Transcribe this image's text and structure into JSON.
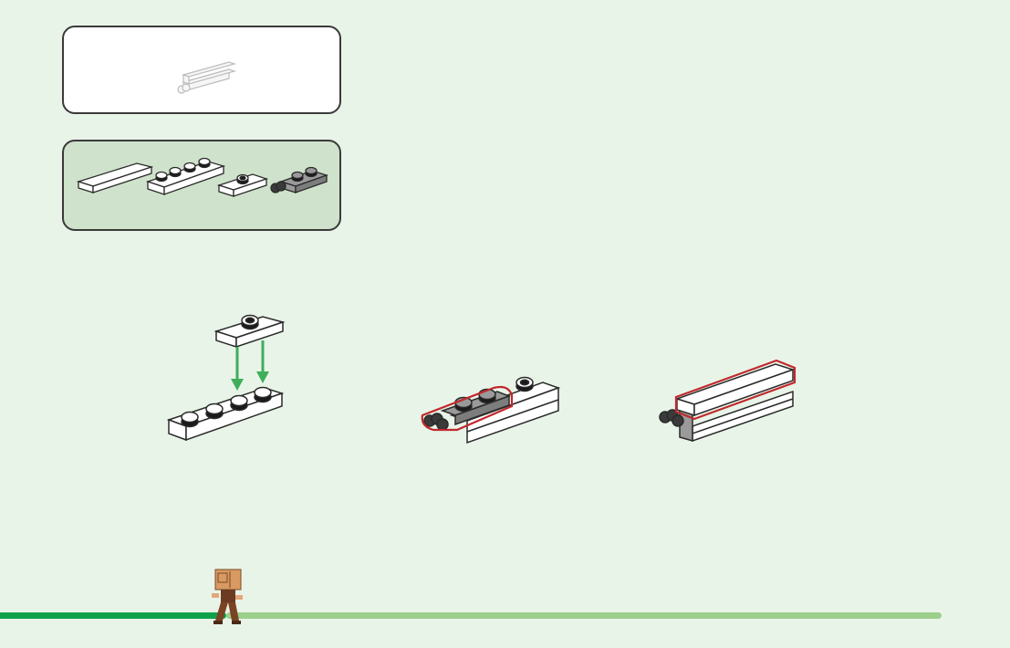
{
  "page": {
    "background": "#e9f4e8"
  },
  "submodel_panel": {
    "background": "#ffffff",
    "icon": "assembled-hinge-plate-submodel"
  },
  "parts_panel": {
    "background": "#cfe2cb",
    "parts": [
      {
        "name": "tile-1x4",
        "color": "#ffffff",
        "icon": "flat-tile-icon"
      },
      {
        "name": "plate-1x4",
        "color": "#ffffff",
        "icon": "plate-1x4-icon"
      },
      {
        "name": "jumper-plate-1x2",
        "color": "#ffffff",
        "icon": "jumper-plate-icon"
      },
      {
        "name": "hinge-plate-1x2",
        "color": "#9a9a9a",
        "icon": "hinge-plate-icon"
      }
    ]
  },
  "steps": [
    {
      "name": "step-attach-jumper",
      "arrow_color": "#3fae5a"
    },
    {
      "name": "step-attach-hinge",
      "highlight_color": "#c0282d"
    },
    {
      "name": "step-attach-tile",
      "highlight_color": "#c0282d"
    }
  ],
  "progress": {
    "fraction_complete": 0.24,
    "done_color": "#10a24a",
    "remaining_color": "#9ccf8c",
    "mascot_icon": "walking-cardboard-box-character-icon"
  }
}
